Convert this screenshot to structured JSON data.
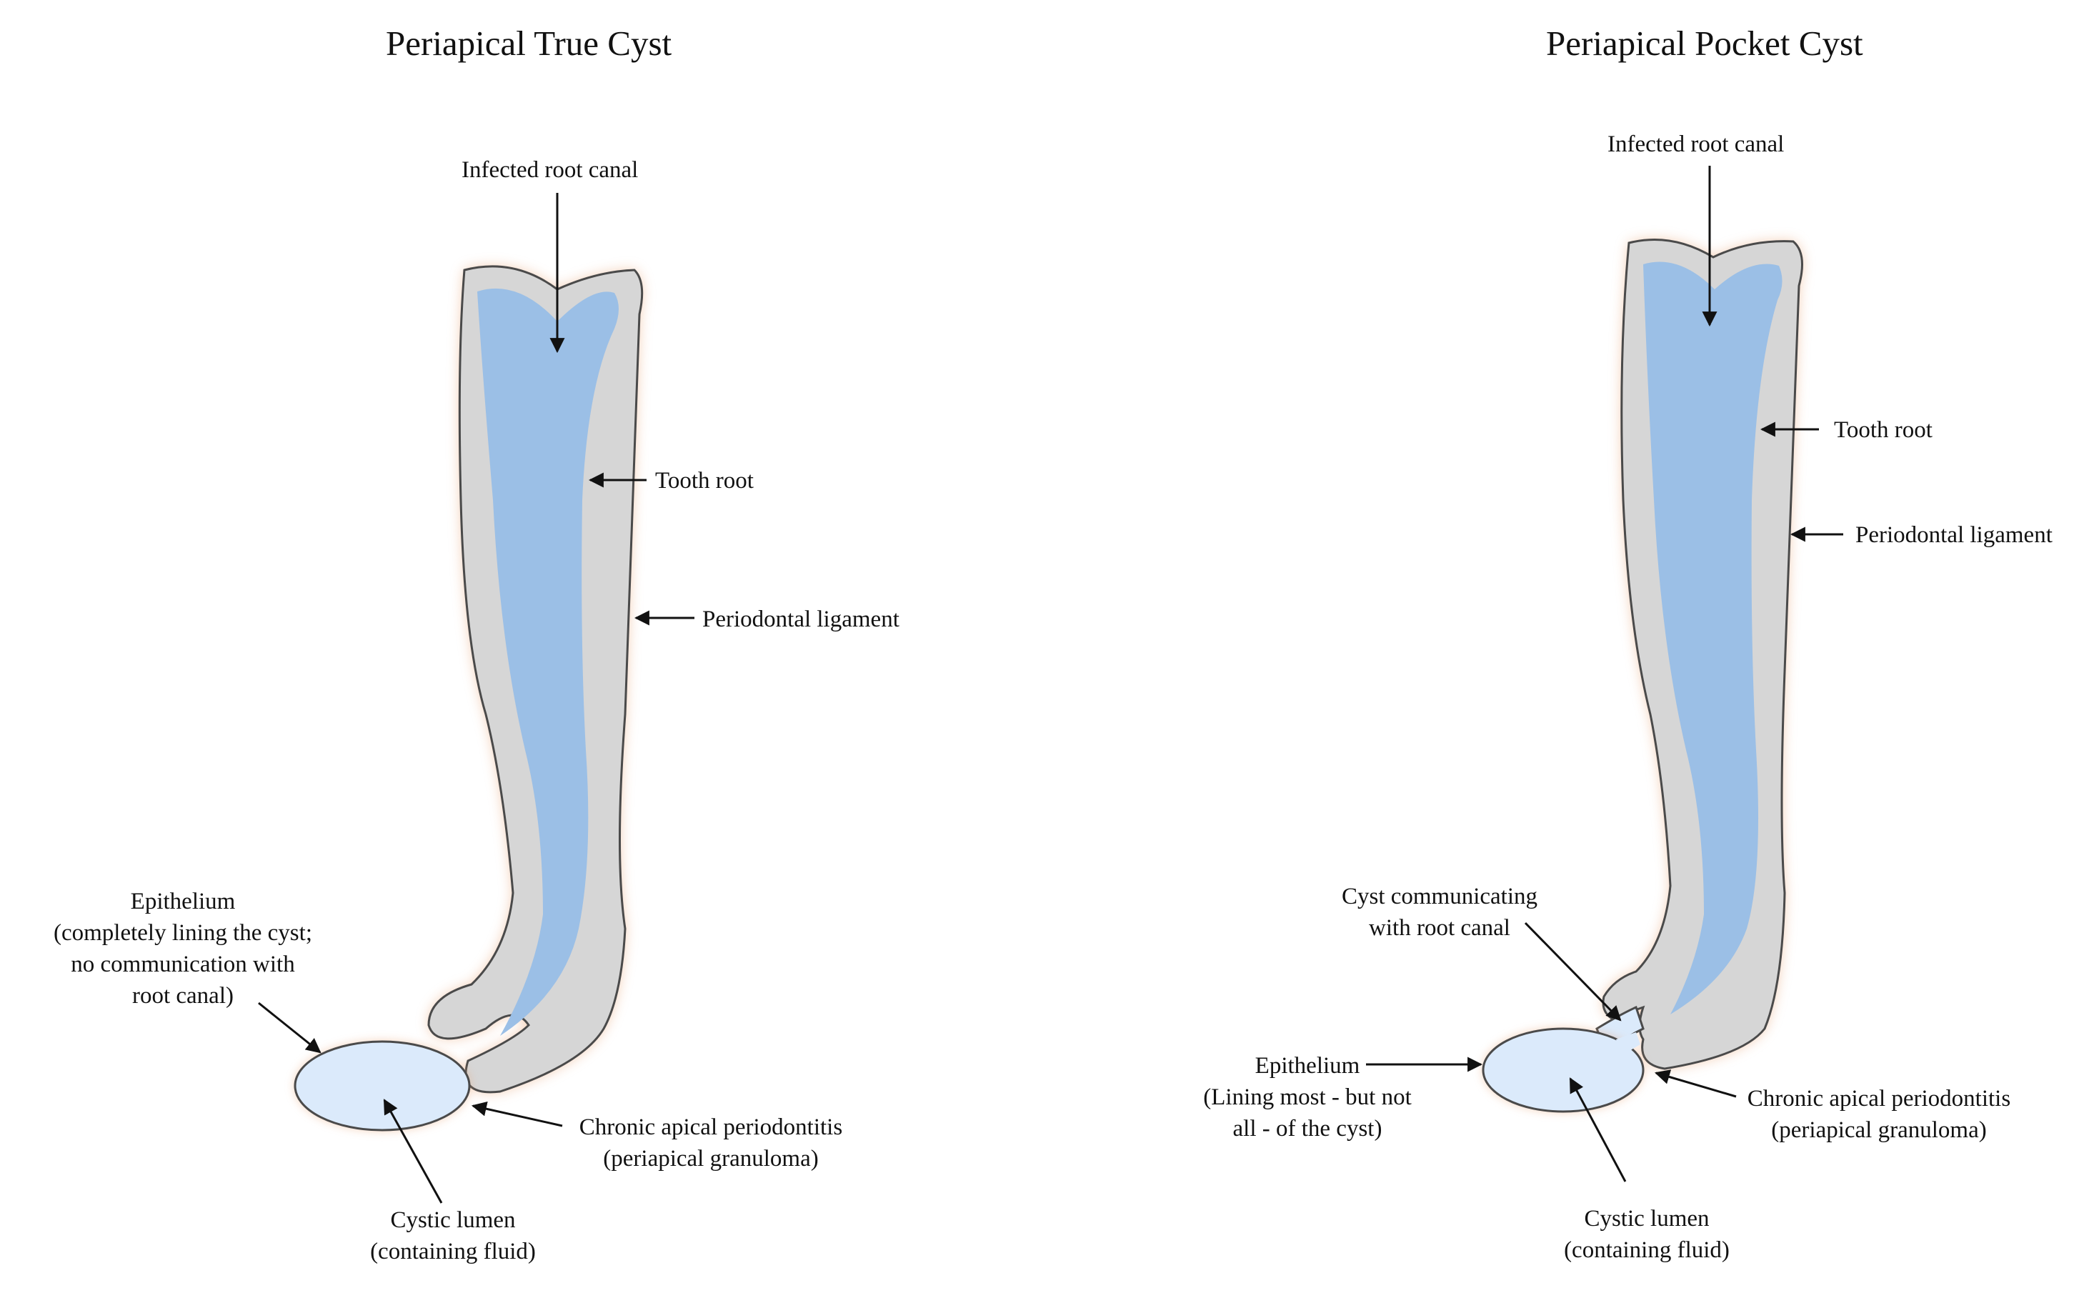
{
  "panels": {
    "true_cyst": {
      "title": "Periapical True Cyst",
      "infected_root_canal": "Infected root canal",
      "tooth_root": "Tooth root",
      "periodontal_ligament": "Periodontal ligament",
      "epithelium": [
        "Epithelium",
        "(completely lining the cyst;",
        "no  communication with",
        "root canal)"
      ],
      "chronic_apical": [
        "Chronic apical periodontitis",
        "(periapical granuloma)"
      ],
      "cystic_lumen": [
        "Cystic lumen",
        "(containing fluid)"
      ]
    },
    "pocket_cyst": {
      "title": "Periapical Pocket Cyst",
      "infected_root_canal": "Infected root canal",
      "tooth_root": "Tooth root",
      "periodontal_ligament": "Periodontal ligament",
      "cyst_communicating": [
        "Cyst communicating",
        "with root canal"
      ],
      "epithelium": [
        "Epithelium",
        "(Lining most - but not",
        "all - of the cyst)"
      ],
      "chronic_apical": [
        "Chronic apical periodontitis",
        "(periapical granuloma)"
      ],
      "cystic_lumen": [
        "Cystic lumen",
        "(containing fluid)"
      ]
    }
  },
  "colors": {
    "root": "#d6d6d6",
    "canal": "#9bbfe6",
    "cyst_fill": "#dbeafb",
    "glow": "#e8a374",
    "outline": "#4a4a4a",
    "arrow": "#111111"
  }
}
